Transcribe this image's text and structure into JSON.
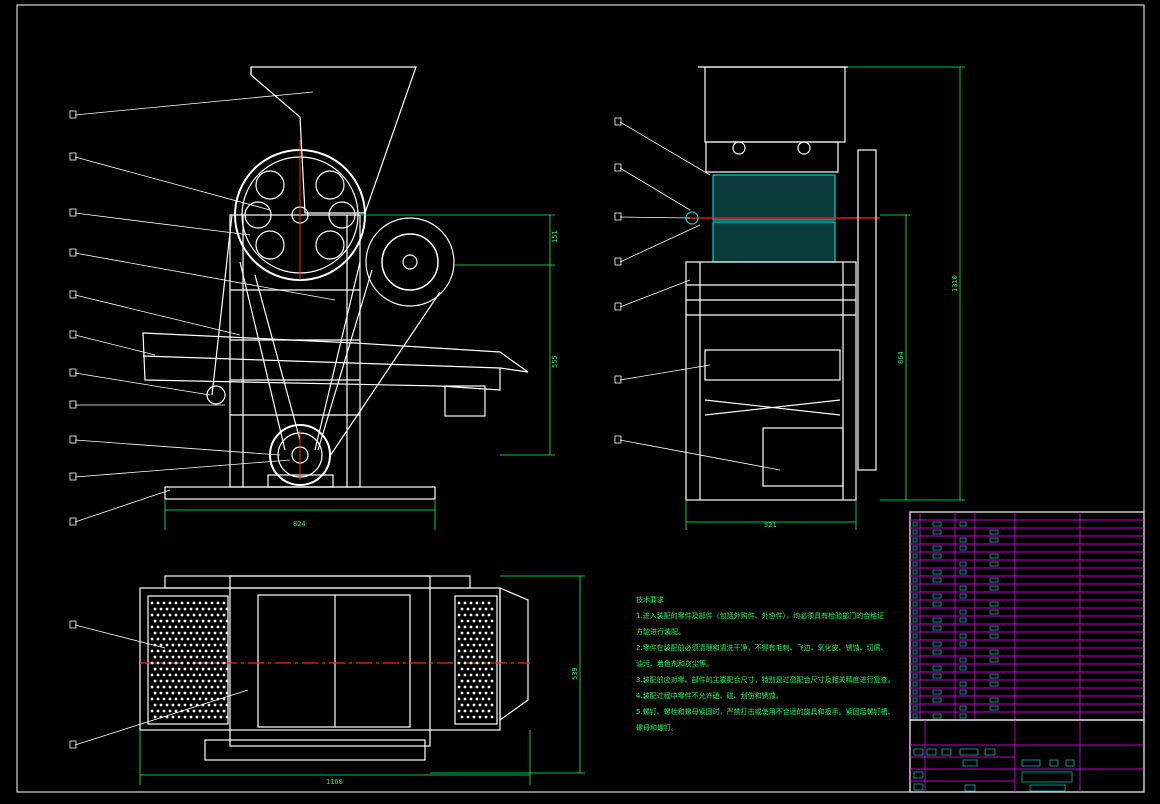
{
  "drawing": {
    "dimensions": {
      "front_height_top": "151",
      "front_height_main": "555",
      "front_width": "824",
      "side_height_total": "1310",
      "side_height_inner": "864",
      "side_width": "521",
      "top_depth": "539",
      "top_width": "1160"
    },
    "colors": {
      "background": "#000000",
      "frame": "#ffffff",
      "dimension": "#00ff66",
      "sectioned": "#00cccc",
      "table_border": "#ff00ff",
      "center_line": "#ff2020"
    }
  },
  "notes": {
    "title": "技术要求",
    "lines": [
      "1.进入装配的零件及部件（包括外购件、外协件），均必须具有检验部门的合格证",
      "方能进行装配。",
      "2.零件在装配前必须清理和清洗干净，不得有毛刺、飞边、氧化皮、锈蚀、切屑、",
      "油污、着色剂和灰尘等。",
      "3.装配前应对零、部件的主要配合尺寸，特别是过盈配合尺寸及相关精度进行复查。",
      "4.装配过程中零件不允许磕、碰、划伤和锈蚀。",
      "5.螺钉、螺栓和螺母紧固时，严禁打击或使用不合适的旋具和扳手。紧固后螺钉槽、",
      "螺母和螺钉。"
    ]
  }
}
